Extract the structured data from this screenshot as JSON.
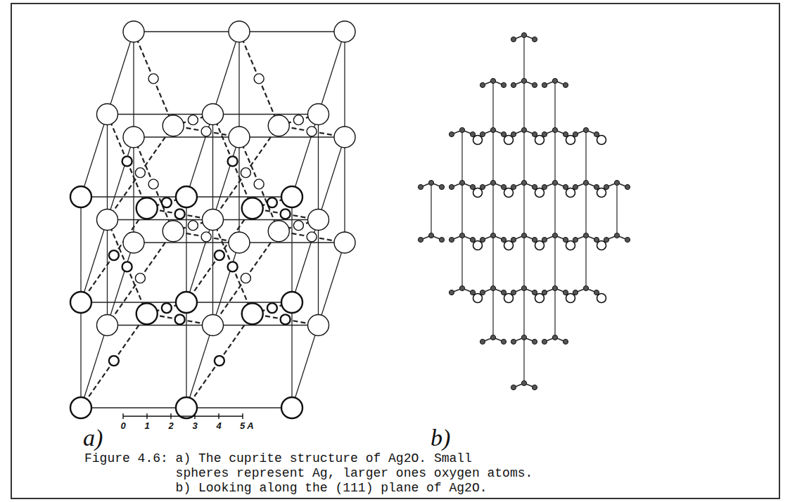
{
  "diagram": {
    "caption": "Figure 4.6: a) The cuprite structure of Ag2O. Small spheres represent Ag, larger ones oxygen atoms. b) Looking along the (111) plane of Ag2O.",
    "labels": [
      "a)",
      "b)",
      "0",
      "1",
      "2",
      "3",
      "4",
      "5 A"
    ]
  }
}
